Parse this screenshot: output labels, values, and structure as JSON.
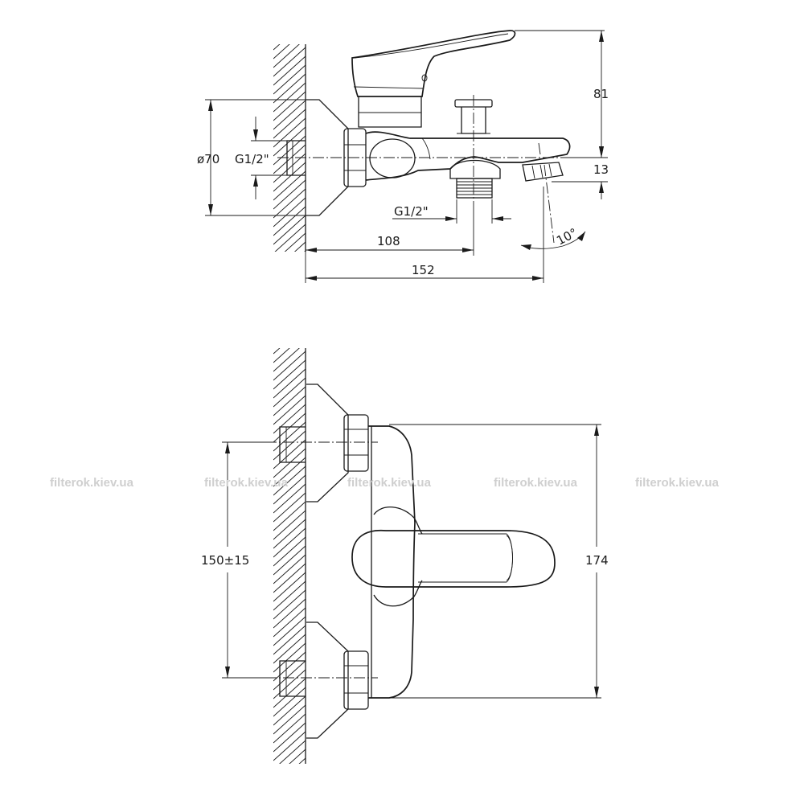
{
  "dimensions": {
    "height_top": "81",
    "spout_offset": "13",
    "flange_diameter": "ø70",
    "inlet_thread": "G1/2\"",
    "outlet_thread": "G1/2\"",
    "depth_outlet": "108",
    "depth_total": "152",
    "spout_angle": "10°",
    "center_distance": "150±15",
    "overall_width": "174"
  },
  "watermark": {
    "text": "filterok.kiev.ua",
    "text_2": "filterok.kiev.ua",
    "text_3": "filterok.kiev.ua",
    "text_4": "filterok.kiev.ua",
    "text_5": "filterok.kiev.ua"
  }
}
